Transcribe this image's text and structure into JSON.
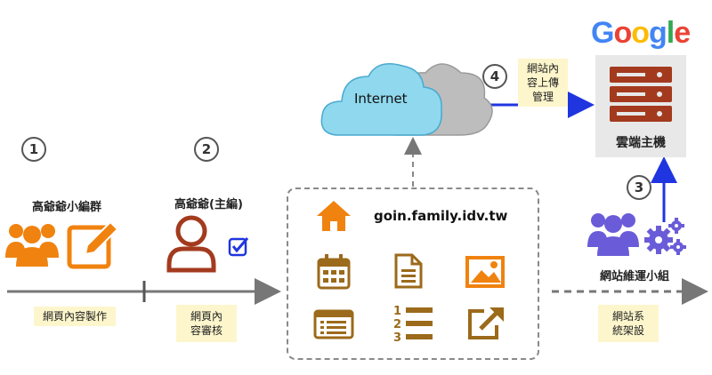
{
  "steps": [
    "1",
    "2",
    "3",
    "4"
  ],
  "cloud_label": "Internet",
  "step4_note": "網站內\n容上傳\n管理",
  "google_letters": [
    {
      "ch": "G",
      "color": "#4285F4"
    },
    {
      "ch": "o",
      "color": "#EA4335"
    },
    {
      "ch": "o",
      "color": "#FBBC05"
    },
    {
      "ch": "g",
      "color": "#4285F4"
    },
    {
      "ch": "l",
      "color": "#34A853"
    },
    {
      "ch": "e",
      "color": "#EA4335"
    }
  ],
  "server_label": "雲端主機",
  "editors_label": "高爺爺小編群",
  "chief_label": "高爺爺(主編)",
  "maintainers_label": "網站維運小組",
  "site_url": "goin.family.idv.tw",
  "notes": {
    "production": "網頁內容製作",
    "review": "網頁內\n容審核",
    "architecture": "網站系\n統架設"
  },
  "icons": [
    "home-icon",
    "calendar-icon",
    "document-icon",
    "image-icon",
    "list-icon",
    "numbered-list-icon",
    "external-link-icon"
  ],
  "colors": {
    "orange": "#F0820F",
    "brown": "#9B6A1A",
    "blue_arrow": "#1F35E0",
    "purple": "#6A5CD8",
    "server_red": "#A33A1E",
    "cloud_blue": "#8FD8EE",
    "cloud_gray": "#BDBDBD"
  }
}
